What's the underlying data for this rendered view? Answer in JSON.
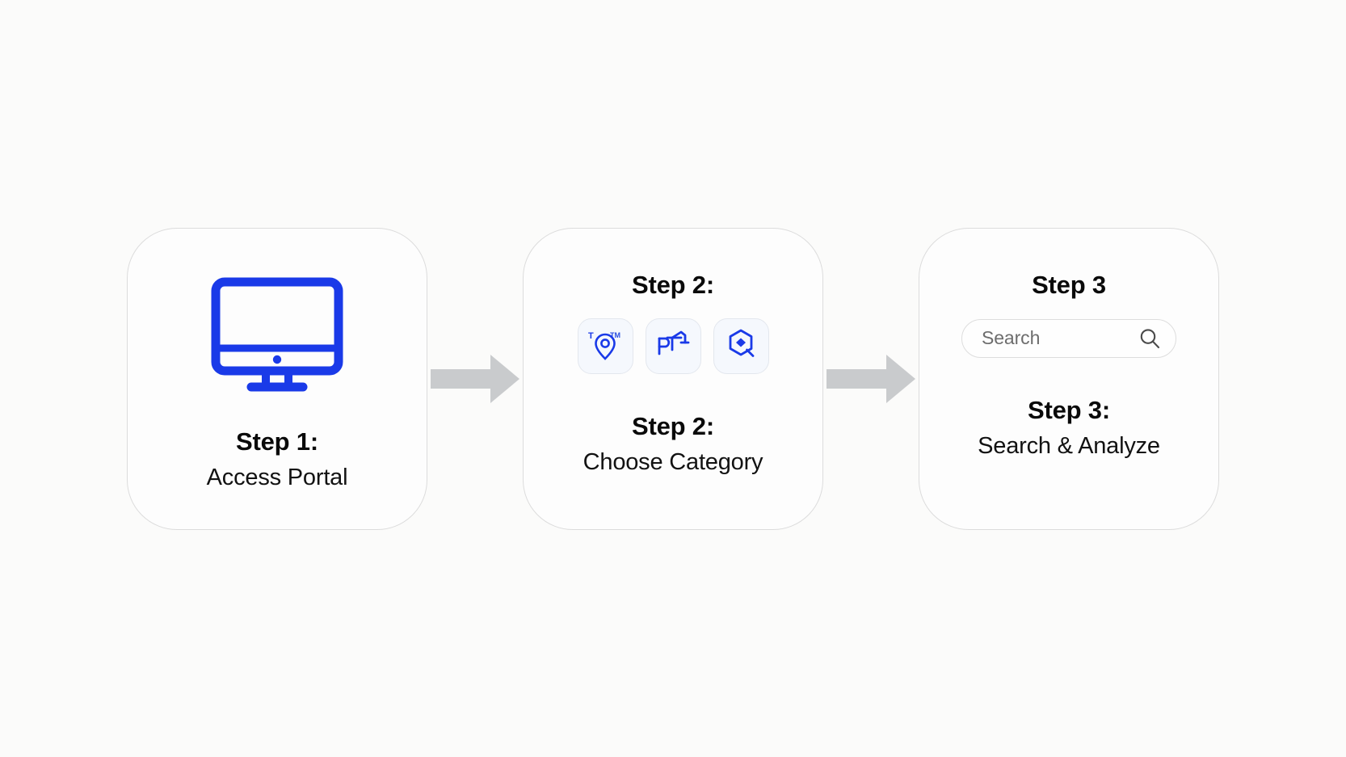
{
  "theme": {
    "background": "#fbfbfa",
    "card_background": "#fdfdfd",
    "card_border": "#dcdcdc",
    "accent_blue": "#1a3ae8",
    "arrow_gray": "#c9cbcd",
    "tile_background": "#f5f8fd",
    "tile_border": "#e3e7ee",
    "text_primary": "#0a0a0a",
    "placeholder_gray": "#6d6d6d"
  },
  "steps": [
    {
      "id": "step-1",
      "icon": "desktop-monitor-icon",
      "caption_title": "Step 1:",
      "caption_sub": "Access Portal"
    },
    {
      "id": "step-2",
      "head_title": "Step 2:",
      "tiles": [
        {
          "id": "tile-1",
          "icon": "location-pin-trademark-icon"
        },
        {
          "id": "tile-2",
          "icon": "bridge-crane-pt-icon"
        },
        {
          "id": "tile-3",
          "icon": "hexagon-gem-icon"
        }
      ],
      "caption_title": "Step 2:",
      "caption_sub": "Choose Category"
    },
    {
      "id": "step-3",
      "head_title": "Step 3",
      "search": {
        "placeholder": "Search",
        "icon": "search-icon"
      },
      "caption_title": "Step 3:",
      "caption_sub": "Search & Analyze"
    }
  ],
  "connectors": [
    {
      "id": "arrow-1",
      "icon": "arrow-right-icon"
    },
    {
      "id": "arrow-2",
      "icon": "arrow-right-icon"
    }
  ]
}
